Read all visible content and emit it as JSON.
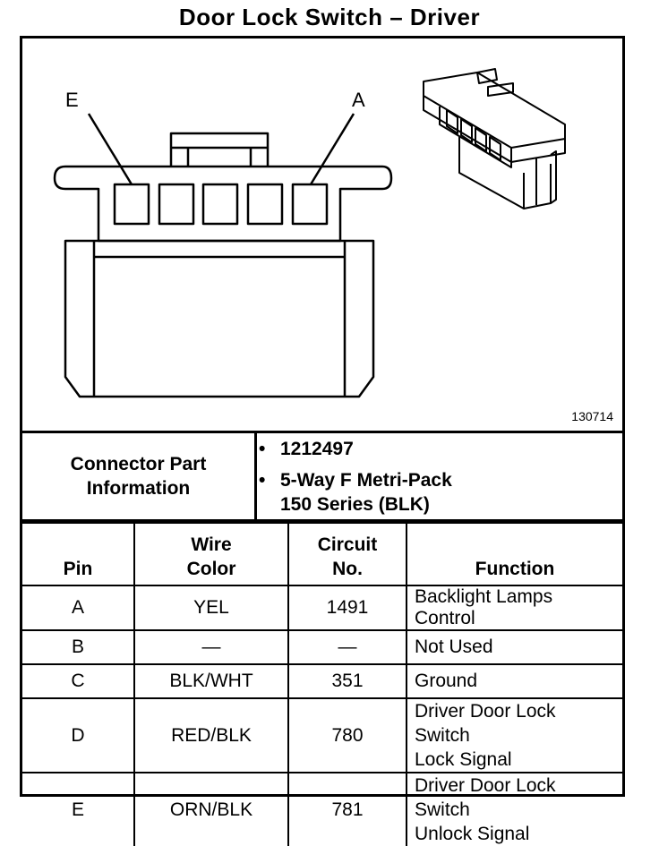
{
  "title": "Door Lock Switch – Driver",
  "figure": {
    "label_left": "E",
    "label_right": "A",
    "figure_id": "130714"
  },
  "connector_info": {
    "label_line1": "Connector Part",
    "label_line2": "Information",
    "part_number": "1212497",
    "description_line1": "5-Way F Metri-Pack",
    "description_line2": "150 Series (BLK)",
    "bullet": "•"
  },
  "table": {
    "headers": {
      "pin": "Pin",
      "wire_color_line1": "Wire",
      "wire_color_line2": "Color",
      "circuit_line1": "Circuit",
      "circuit_line2": "No.",
      "function": "Function"
    },
    "rows": [
      {
        "pin": "A",
        "wire_color": "YEL",
        "circuit": "1491",
        "function_line1": "Backlight Lamps Control",
        "function_line2": ""
      },
      {
        "pin": "B",
        "wire_color": "—",
        "circuit": "—",
        "function_line1": "Not Used",
        "function_line2": ""
      },
      {
        "pin": "C",
        "wire_color": "BLK/WHT",
        "circuit": "351",
        "function_line1": "Ground",
        "function_line2": ""
      },
      {
        "pin": "D",
        "wire_color": "RED/BLK",
        "circuit": "780",
        "function_line1": "Driver Door Lock Switch",
        "function_line2": "Lock Signal"
      },
      {
        "pin": "E",
        "wire_color": "ORN/BLK",
        "circuit": "781",
        "function_line1": "Driver Door Lock Switch",
        "function_line2": "Unlock Signal"
      }
    ]
  }
}
